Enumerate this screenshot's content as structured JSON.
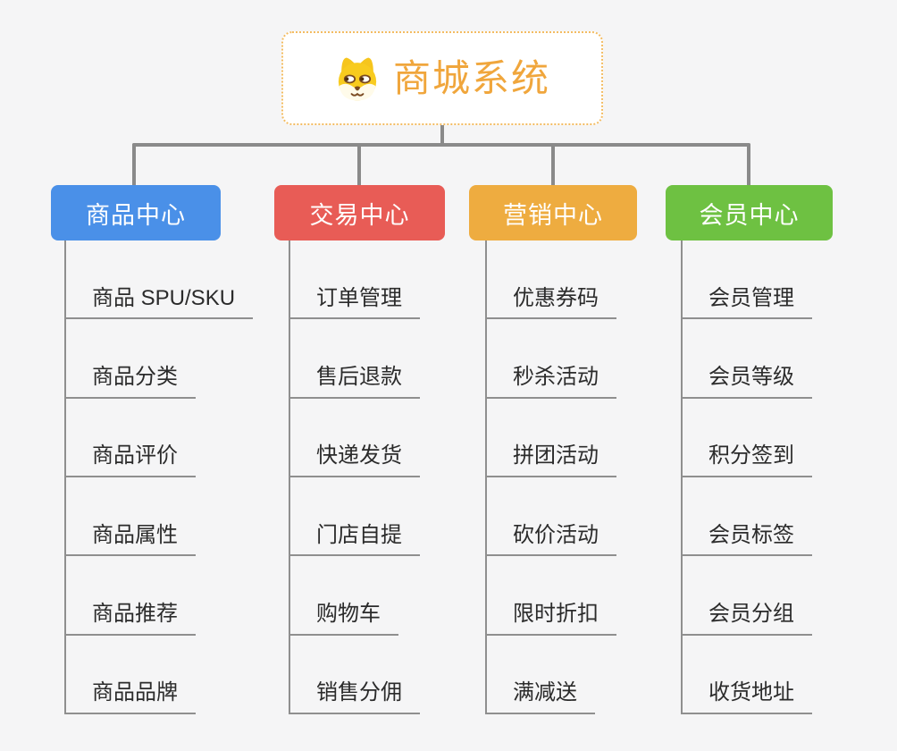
{
  "page": {
    "background_color": "#f5f5f6",
    "connector_color": "#8a8a8a",
    "child_line_color": "#8f8f8f",
    "child_text_color": "#2b2b2b"
  },
  "root": {
    "title": "商城系统",
    "icon": "dog-face-icon",
    "text_color": "#f0a63c",
    "border_color": "#f3bc62",
    "background": "#ffffff"
  },
  "branches": [
    {
      "label": "商品中心",
      "color": "#4a90e8",
      "children": [
        "商品 SPU/SKU",
        "商品分类",
        "商品评价",
        "商品属性",
        "商品推荐",
        "商品品牌"
      ]
    },
    {
      "label": "交易中心",
      "color": "#e85c56",
      "children": [
        "订单管理",
        "售后退款",
        "快递发货",
        "门店自提",
        "购物车",
        "销售分佣"
      ]
    },
    {
      "label": "营销中心",
      "color": "#eeac40",
      "children": [
        "优惠券码",
        "秒杀活动",
        "拼团活动",
        "砍价活动",
        "限时折扣",
        "满减送"
      ]
    },
    {
      "label": "会员中心",
      "color": "#6ec142",
      "children": [
        "会员管理",
        "会员等级",
        "积分签到",
        "会员标签",
        "会员分组",
        "收货地址"
      ]
    }
  ]
}
